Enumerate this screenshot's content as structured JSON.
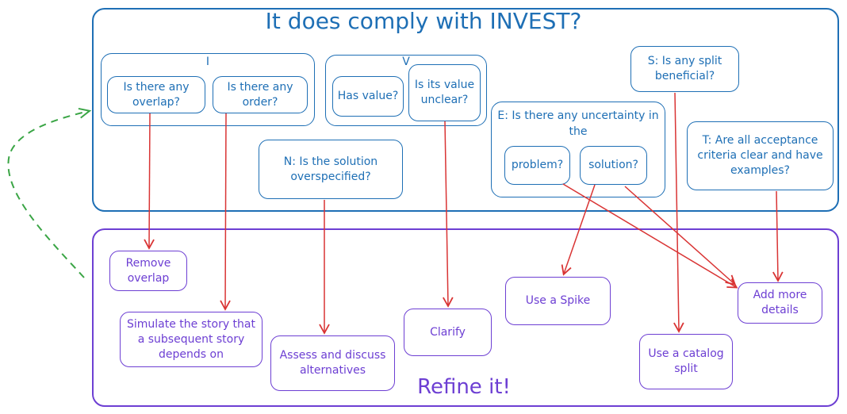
{
  "diagram": {
    "title": "It does comply with INVEST?",
    "refine_title": "Refine it!",
    "colors": {
      "question": "#1e6fb5",
      "action": "#6d3fd3",
      "arrow": "#d93434",
      "loop_arrow": "#3aa545"
    },
    "groups": {
      "independent": {
        "label": "I",
        "q1": "Is there any overlap?",
        "q2": "Is there any order?"
      },
      "valuable": {
        "label": "V",
        "q1": "Has value?",
        "q2": "Is its value unclear?"
      },
      "estimable": {
        "label": "E: Is there any uncertainty in the",
        "q1": "problem?",
        "q2": "solution?"
      }
    },
    "questions": {
      "negotiable": "N: Is the solution overspecified?",
      "small": "S: Is any split beneficial?",
      "testable": "T: Are all acceptance criteria clear and have examples?"
    },
    "actions": {
      "remove_overlap": "Remove overlap",
      "simulate": "Simulate the story that a subsequent story depends on",
      "assess": "Assess and discuss alternatives",
      "clarify": "Clarify",
      "spike": "Use a Spike",
      "catalog_split": "Use a catalog split",
      "add_details": "Add more details"
    }
  }
}
